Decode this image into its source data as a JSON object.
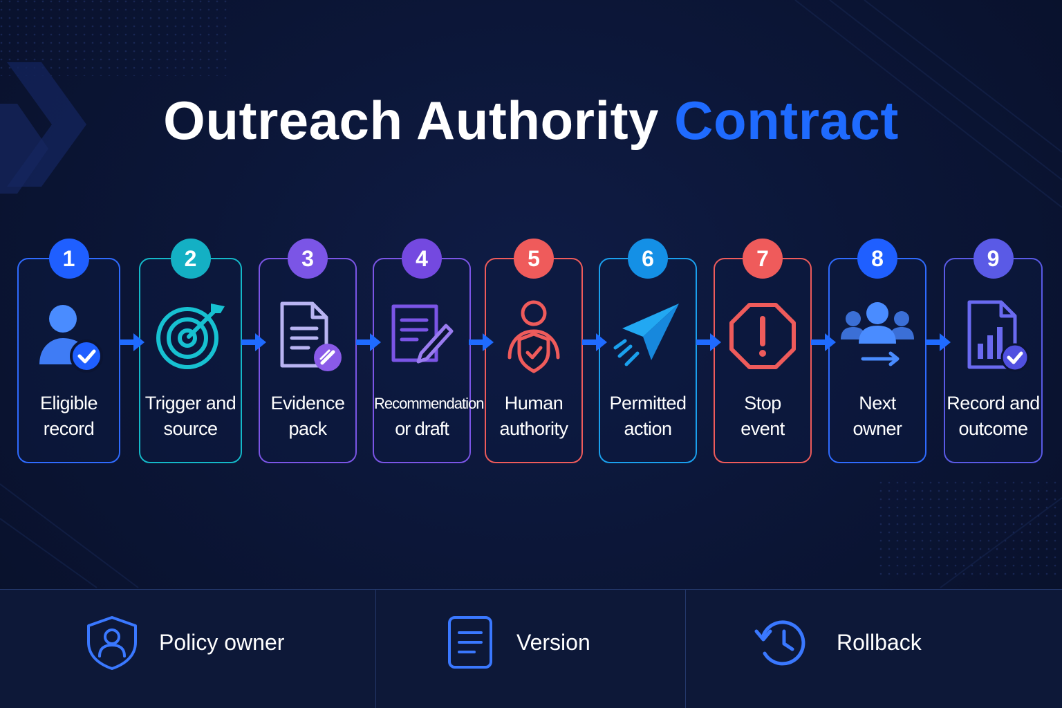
{
  "title": {
    "main": "Outreach Authority",
    "accent": "Contract"
  },
  "colors": {
    "background": "#0b1433",
    "accent": "#1f6bff",
    "blue": "#2f6bff",
    "teal": "#14b8c8",
    "purple": "#7b55e6",
    "red": "#ef5b5b",
    "sky": "#1aa0ee"
  },
  "steps": [
    {
      "number": "1",
      "line1": "Eligible",
      "line2": "record",
      "icon": "user-check-icon",
      "color": "#2f6bff"
    },
    {
      "number": "2",
      "line1": "Trigger and",
      "line2": "source",
      "icon": "target-icon",
      "color": "#14b8c8"
    },
    {
      "number": "3",
      "line1": "Evidence",
      "line2": "pack",
      "icon": "document-link-icon",
      "color": "#7b55e6"
    },
    {
      "number": "4",
      "line1": "Recommendation",
      "line2": "or draft",
      "icon": "document-edit-icon",
      "color": "#7b55e6"
    },
    {
      "number": "5",
      "line1": "Human",
      "line2": "authority",
      "icon": "user-shield-icon",
      "color": "#ef5b5b"
    },
    {
      "number": "6",
      "line1": "Permitted",
      "line2": "action",
      "icon": "paper-plane-icon",
      "color": "#1aa0ee"
    },
    {
      "number": "7",
      "line1": "Stop",
      "line2": "event",
      "icon": "stop-octagon-icon",
      "color": "#ef5b5b"
    },
    {
      "number": "8",
      "line1": "Next",
      "line2": "owner",
      "icon": "users-handoff-icon",
      "color": "#2f6bff"
    },
    {
      "number": "9",
      "line1": "Record and",
      "line2": "outcome",
      "icon": "report-check-icon",
      "color": "#5a5ae6"
    }
  ],
  "footer": [
    {
      "label": "Policy owner",
      "icon": "shield-user-icon"
    },
    {
      "label": "Version",
      "icon": "document-lines-icon"
    },
    {
      "label": "Rollback",
      "icon": "history-clock-icon"
    }
  ]
}
